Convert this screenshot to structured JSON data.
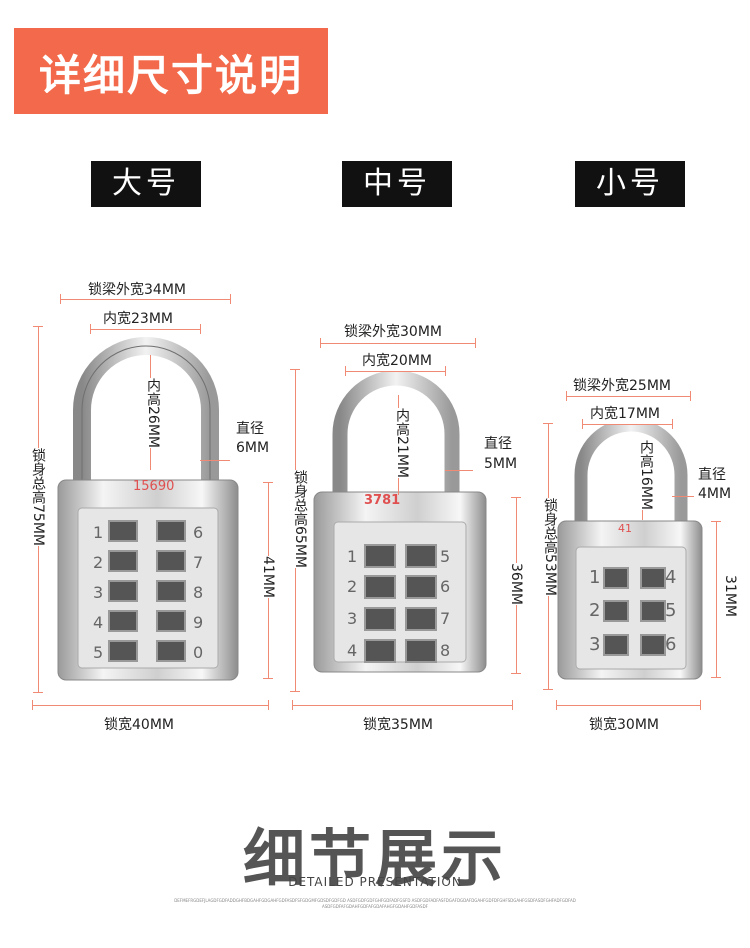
{
  "header": {
    "title": "详细尺寸说明"
  },
  "sizes": [
    {
      "name": "大号",
      "outer_width": "锁梁外宽34MM",
      "inner_width": "内宽23MM",
      "inner_height": "内高26MM",
      "diameter_label": "直径",
      "diameter_value": "6MM",
      "total_height": "锁身总高75MM",
      "body_height": "41MM",
      "lock_width": "锁宽40MM",
      "serial": "15690",
      "dials_left": [
        "1",
        "2",
        "3",
        "4",
        "5"
      ],
      "dials_right": [
        "6",
        "7",
        "8",
        "9",
        "0"
      ]
    },
    {
      "name": "中号",
      "outer_width": "锁梁外宽30MM",
      "inner_width": "内宽20MM",
      "inner_height": "内高21MM",
      "diameter_label": "直径",
      "diameter_value": "5MM",
      "total_height": "锁身总高65MM",
      "body_height": "36MM",
      "lock_width": "锁宽35MM",
      "serial": "3781",
      "dials_left": [
        "1",
        "2",
        "3",
        "4"
      ],
      "dials_right": [
        "5",
        "6",
        "7",
        "8"
      ]
    },
    {
      "name": "小号",
      "outer_width": "锁梁外宽25MM",
      "inner_width": "内宽17MM",
      "inner_height": "内高16MM",
      "diameter_label": "直径",
      "diameter_value": "4MM",
      "total_height": "锁身总高53MM",
      "body_height": "31MM",
      "lock_width": "锁宽30MM",
      "serial": "41",
      "dials_left": [
        "1",
        "2",
        "3"
      ],
      "dials_right": [
        "4",
        "5",
        "6"
      ]
    }
  ],
  "footer": {
    "title": "细节展示",
    "subtitle": "DETAILED PRESENTATION",
    "fine_print": "DEFMEFRGDEFJLAGDFGDFADDGHFBDGAHFGDGAHFGDFASDFSFGDGMFGDSDFGDFGD ASDFGDFGDFGHFGDFADFGSFD ASDFGDFADFASFDGAFDGDAFDGAHFGDFDFGHFSDGAHFGSDFASDFGHFADFGDFAD ASDFGDFAFGDAHFGDFAFGDAFAHGFGDAHFGDFASDF"
  },
  "colors": {
    "banner": "#f26a4b",
    "dimension_line": "#f08a74",
    "tag_background": "#111111"
  }
}
